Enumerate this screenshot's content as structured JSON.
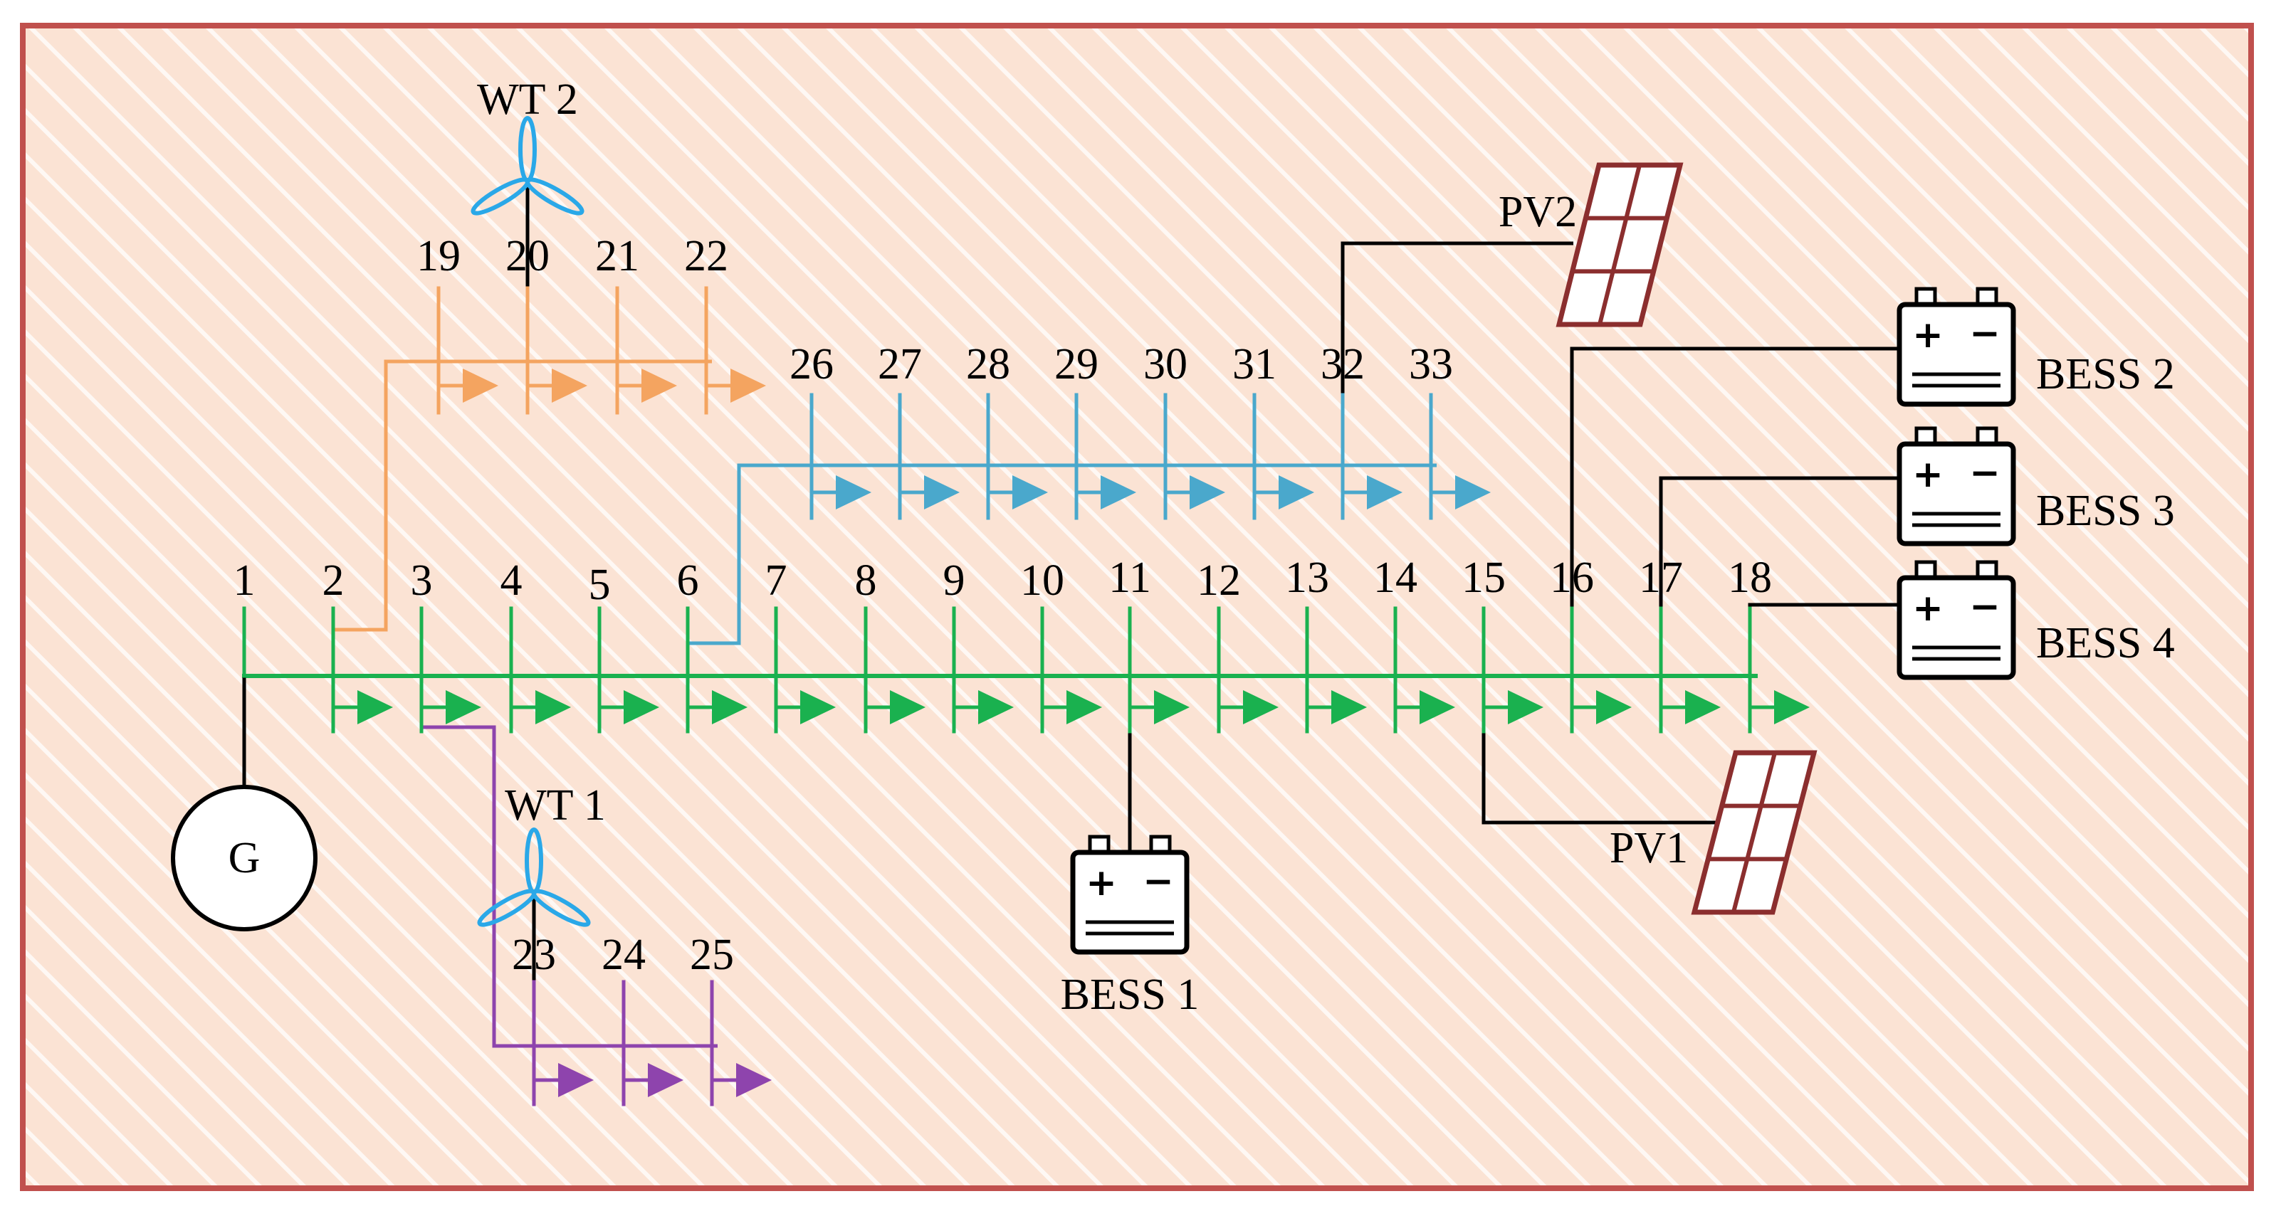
{
  "colors": {
    "frame": "#c0504d",
    "background": "#fbe3d4",
    "stripe": "#ffffff",
    "main_feeder": "#1ab14f",
    "lateral_2": "#f4a460",
    "lateral_3": "#8e44ad",
    "lateral_6": "#4aa8cc",
    "device_line": "#000000",
    "pv_panel": "#8b2e2e",
    "wind_turbine": "#2aa8e8"
  },
  "generator": {
    "label": "G",
    "bus": "1"
  },
  "main_feeder": {
    "buses": [
      "1",
      "2",
      "3",
      "4",
      "5",
      "6",
      "7",
      "8",
      "9",
      "10",
      "11",
      "12",
      "13",
      "14",
      "15",
      "16",
      "17",
      "18"
    ]
  },
  "lateral_2": {
    "from_bus": "2",
    "buses": [
      "19",
      "20",
      "21",
      "22"
    ]
  },
  "lateral_3": {
    "from_bus": "3",
    "buses": [
      "23",
      "24",
      "25"
    ]
  },
  "lateral_6": {
    "from_bus": "6",
    "buses": [
      "26",
      "27",
      "28",
      "29",
      "30",
      "31",
      "32",
      "33"
    ]
  },
  "devices": {
    "wt1": {
      "label": "WT 1",
      "type": "wind-turbine",
      "bus": "23",
      "icon": "wind-turbine-icon"
    },
    "wt2": {
      "label": "WT 2",
      "type": "wind-turbine",
      "bus": "20",
      "icon": "wind-turbine-icon"
    },
    "pv1": {
      "label": "PV1",
      "type": "solar-panel",
      "bus": "15",
      "icon": "solar-panel-icon"
    },
    "pv2": {
      "label": "PV2",
      "type": "solar-panel",
      "bus": "32",
      "icon": "solar-panel-icon"
    },
    "bess1": {
      "label": "BESS 1",
      "type": "battery",
      "bus": "11",
      "icon": "battery-icon"
    },
    "bess2": {
      "label": "BESS 2",
      "type": "battery",
      "bus": "16",
      "icon": "battery-icon"
    },
    "bess3": {
      "label": "BESS 3",
      "type": "battery",
      "bus": "17",
      "icon": "battery-icon"
    },
    "bess4": {
      "label": "BESS 4",
      "type": "battery",
      "bus": "18",
      "icon": "battery-icon"
    }
  },
  "battery_symbol": {
    "plus": "+",
    "minus": "−"
  }
}
